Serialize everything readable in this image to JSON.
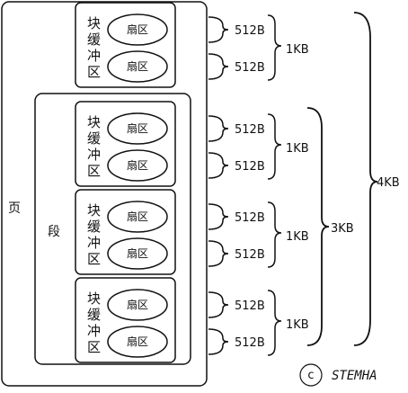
{
  "page_label": "页",
  "segment_label": "段",
  "block_label_chars": [
    "块",
    "缓",
    "冲",
    "区"
  ],
  "sector_label": "扇区",
  "sector_size": "512B",
  "block_size": "1KB",
  "segment_size": "3KB",
  "page_size": "4KB",
  "watermark": {
    "symbol": "c",
    "text": "STEMHA"
  }
}
